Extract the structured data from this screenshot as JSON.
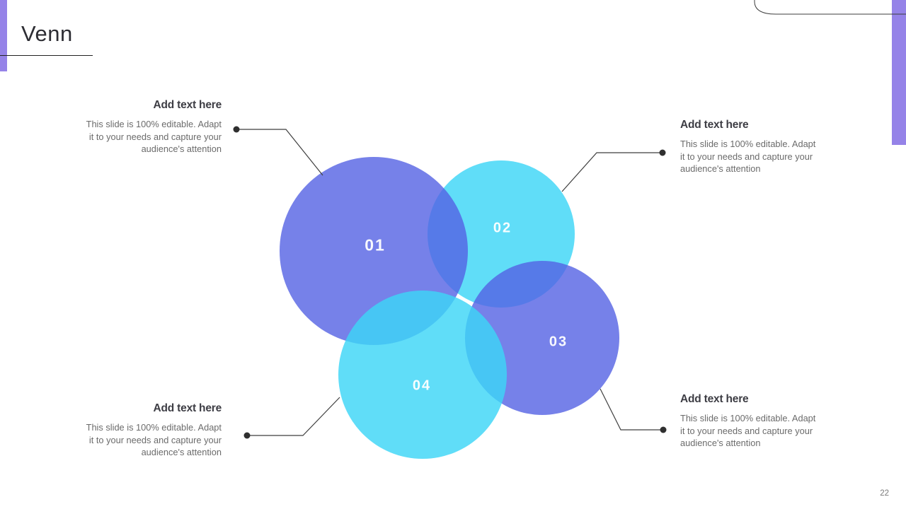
{
  "header": {
    "title": "Venn"
  },
  "colors": {
    "accent_purple": "#9583E8",
    "circle_purple": "#7681E9",
    "circle_cyan": "#60DDF9",
    "connector_line": "#3F3F3F",
    "heading_text": "#3D3D44",
    "body_text": "#6B6B6B",
    "title_text": "#2D2D33"
  },
  "venn": {
    "circles": [
      {
        "label": "01",
        "color": "purple"
      },
      {
        "label": "02",
        "color": "cyan"
      },
      {
        "label": "03",
        "color": "purple"
      },
      {
        "label": "04",
        "color": "cyan"
      }
    ]
  },
  "callouts": {
    "top_left": {
      "heading": "Add text here",
      "lines": [
        "This slide is 100% editable. Adapt",
        "it to your needs and capture your",
        "audience's attention"
      ]
    },
    "top_right": {
      "heading": "Add text here",
      "lines": [
        "This slide is 100% editable. Adapt",
        "it to your needs and capture your",
        "audience's attention"
      ]
    },
    "bottom_left": {
      "heading": "Add text here",
      "lines": [
        "This slide is 100% editable. Adapt",
        "it to your needs and capture your",
        "audience's attention"
      ]
    },
    "bottom_right": {
      "heading": "Add text here",
      "lines": [
        "This slide is 100% editable. Adapt",
        "it to your needs and capture your",
        "audience's attention"
      ]
    }
  },
  "footer": {
    "page_number": "22"
  }
}
